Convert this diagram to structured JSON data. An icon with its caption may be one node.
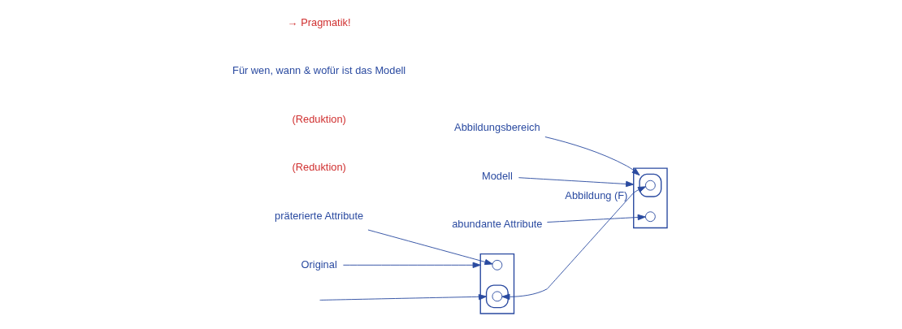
{
  "diagram": {
    "nodes": [
      {
        "text": [],
        "shape": "box"
      },
      {
        "text": [],
        "shape": "circle",
        "in": 0
      },
      {
        "text": [],
        "shape": "circle",
        "in": 0
      },
      {
        "text": [],
        "shape": "circle",
        "in": 2
      },
      {
        "text": [],
        "shape": "box"
      },
      {
        "text": [],
        "shape": "circle",
        "in": 4
      },
      {
        "text": [],
        "shape": "circle",
        "in": 5
      },
      {
        "text": [],
        "shape": "circle",
        "in": 4
      },
      {
        "text": [
          "präterierte Attribute"
        ]
      },
      {
        "text": [
          "Original"
        ]
      },
      {
        "text": [
          "Abbildungsbereich"
        ]
      },
      {
        "text": [
          "Modell"
        ]
      },
      {
        "text": [
          "abundante Attribute"
        ]
      }
    ],
    "edges": [
      {
        "from": null,
        "to": 2,
        "arrow": "to"
      },
      {
        "from": 3,
        "to": 6,
        "arrow": "both",
        "label": "Abbildung (F)"
      },
      {
        "from": 8,
        "to": 1,
        "arrow": "to"
      },
      {
        "from": 9,
        "to": 0,
        "arrow": "to"
      },
      {
        "from": 10,
        "to": 5,
        "arrow": "to"
      },
      {
        "from": 11,
        "to": 4,
        "arrow": "to"
      },
      {
        "from": 12,
        "to": 7,
        "arrow": "to"
      }
    ],
    "labels": [
      "(Reduktion)",
      "(Reduktion)",
      "Für wen, wann & wofür ist das Modell",
      "→ Pragmatik!"
    ]
  }
}
